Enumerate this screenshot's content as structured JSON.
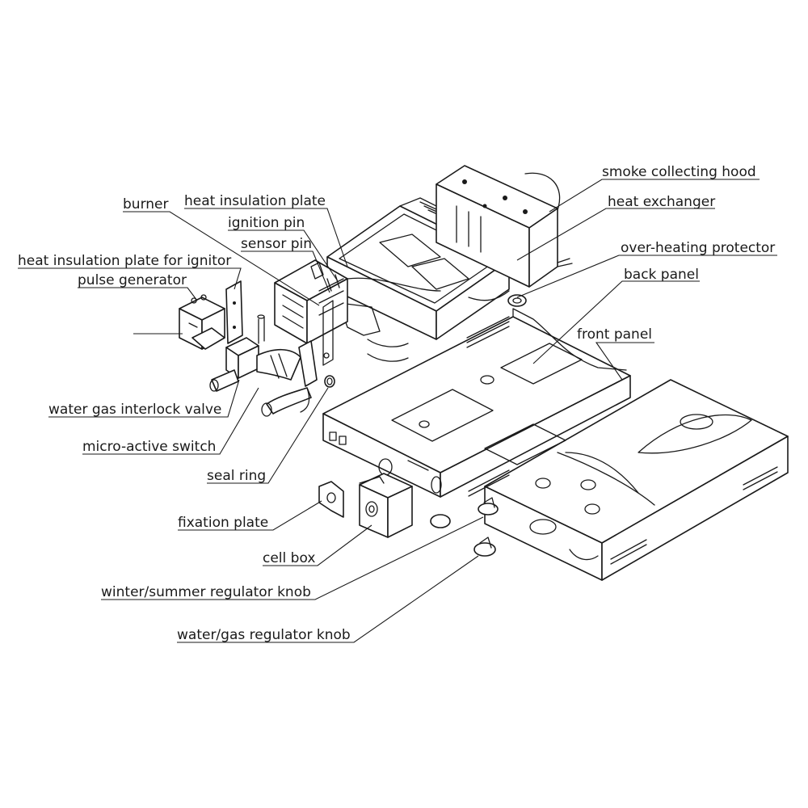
{
  "labels": {
    "smoke_collecting_hood": "smoke collecting hood",
    "heat_exchanger": "heat exchanger",
    "over_heating_protector": "over-heating protector",
    "back_panel": "back panel",
    "front_panel": "front panel",
    "burner": "burner",
    "heat_insulation_plate": "heat insulation plate",
    "ignition_pin": "ignition pin",
    "sensor_pin": "sensor pin",
    "heat_insulation_plate_for_ignitor": "heat insulation plate for ignitor",
    "pulse_generator": "pulse generator",
    "water_gas_interlock_valve": "water gas interlock valve",
    "micro_active_switch": "micro-active switch",
    "seal_ring": "seal ring",
    "fixation_plate": "fixation plate",
    "cell_box": "cell box",
    "winter_summer_regulator_knob": "winter/summer regulator knob",
    "water_gas_regulator_knob": "water/gas regulator knob"
  }
}
